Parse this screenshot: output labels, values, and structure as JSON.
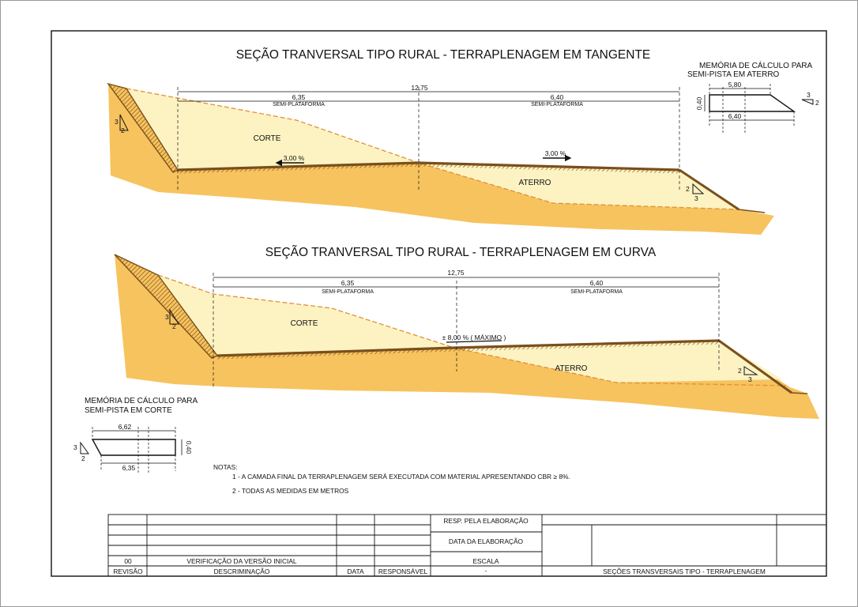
{
  "section_tangent": {
    "title": "SEÇÃO TRANVERSAL TIPO RURAL - TERRAPLENAGEM EM TANGENTE",
    "total_width": "12,75",
    "left_width": "6,35",
    "left_label": "SEMI-PLATAFORMA",
    "right_width": "6,40",
    "right_label": "SEMI-PLATAFORMA",
    "cut_label": "CORTE",
    "fill_label": "ATERRO",
    "slope_left": "3,00 %",
    "slope_right": "3,00 %",
    "cut_ratio_v": "3",
    "cut_ratio_h": "2",
    "fill_ratio_v": "2",
    "fill_ratio_h": "3"
  },
  "section_curve": {
    "title": "SEÇÃO TRANVERSAL TIPO RURAL - TERRAPLENAGEM EM CURVA",
    "total_width": "12,75",
    "left_width": "6,35",
    "left_label": "SEMI-PLATAFORMA",
    "right_width": "6,40",
    "right_label": "SEMI-PLATAFORMA",
    "cut_label": "CORTE",
    "fill_label": "ATERRO",
    "superelevation": "± 8,00 % ( MÁXIMO )",
    "cut_ratio_v": "3",
    "cut_ratio_h": "2",
    "fill_ratio_v": "2",
    "fill_ratio_h": "3"
  },
  "memo_fill": {
    "title_line1": "MEMÓRIA DE CÁLCULO PARA",
    "title_line2": "SEMI-PISTA EM ATERRO",
    "top_width": "5,80",
    "bottom_width": "6,40",
    "height": "0,40",
    "ratio_v": "3",
    "ratio_h": "2"
  },
  "memo_cut": {
    "title_line1": "MEMÓRIA DE CÁLCULO PARA",
    "title_line2": "SEMI-PISTA EM CORTE",
    "top_width": "6,62",
    "bottom_width": "6,35",
    "height": "0,40",
    "ratio_v": "3",
    "ratio_h": "2"
  },
  "notes": {
    "title": "NOTAS:",
    "note1": "1 - A CAMADA FINAL DA TERRAPLENAGEM SERÁ EXECUTADA COM MATERIAL APRESENTANDO CBR ≥ 8%.",
    "note2": "2 - TODAS AS MEDIDAS EM METROS"
  },
  "title_block": {
    "resp_label": "RESP. PELA ELABORAÇÃO",
    "date_label": "DATA DA ELABORAÇÃO",
    "scale_label": "ESCALA",
    "scale_value": "-",
    "revision_number": "00",
    "revision_description": "VERIFICAÇÃO DA VERSÃO INICIAL",
    "col_revision": "REVISÃO",
    "col_description": "DESCRIMINAÇÃO",
    "col_date": "DATA",
    "col_responsible": "RESPONSÁVEL",
    "drawing_title": "SEÇÕES TRANSVERSAIS TIPO - TERRAPLENAGEM"
  },
  "colors": {
    "ground": "#f7c35e",
    "cut_fill_zone": "#fdf3c2",
    "pavement_line": "#7a4f1c",
    "dashed_line": "#e0903a"
  }
}
